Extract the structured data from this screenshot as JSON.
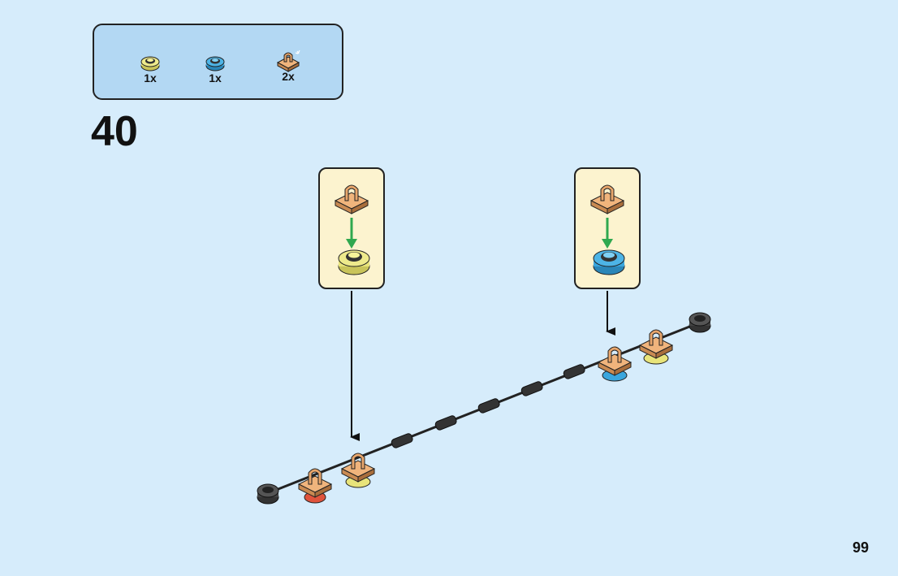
{
  "step": {
    "number": "40"
  },
  "page": {
    "number": "99"
  },
  "parts_list": [
    {
      "icon": "yellow-round-plate-icon",
      "color": "#e8e47a",
      "quantity": "1x"
    },
    {
      "icon": "blue-round-plate-icon",
      "color": "#3aa6dd",
      "quantity": "1x"
    },
    {
      "icon": "tan-clip-plate-icon",
      "color": "#e0a46a",
      "quantity": "2x"
    }
  ],
  "colors": {
    "background": "#d6ecfb",
    "parts_box": "#b3d8f3",
    "callout": "#fcf3cf",
    "arrow_green": "#2fa84f",
    "tan": "#e0a46a",
    "yellow": "#e8e47a",
    "blue": "#3aa6dd",
    "red": "#e0533c"
  }
}
